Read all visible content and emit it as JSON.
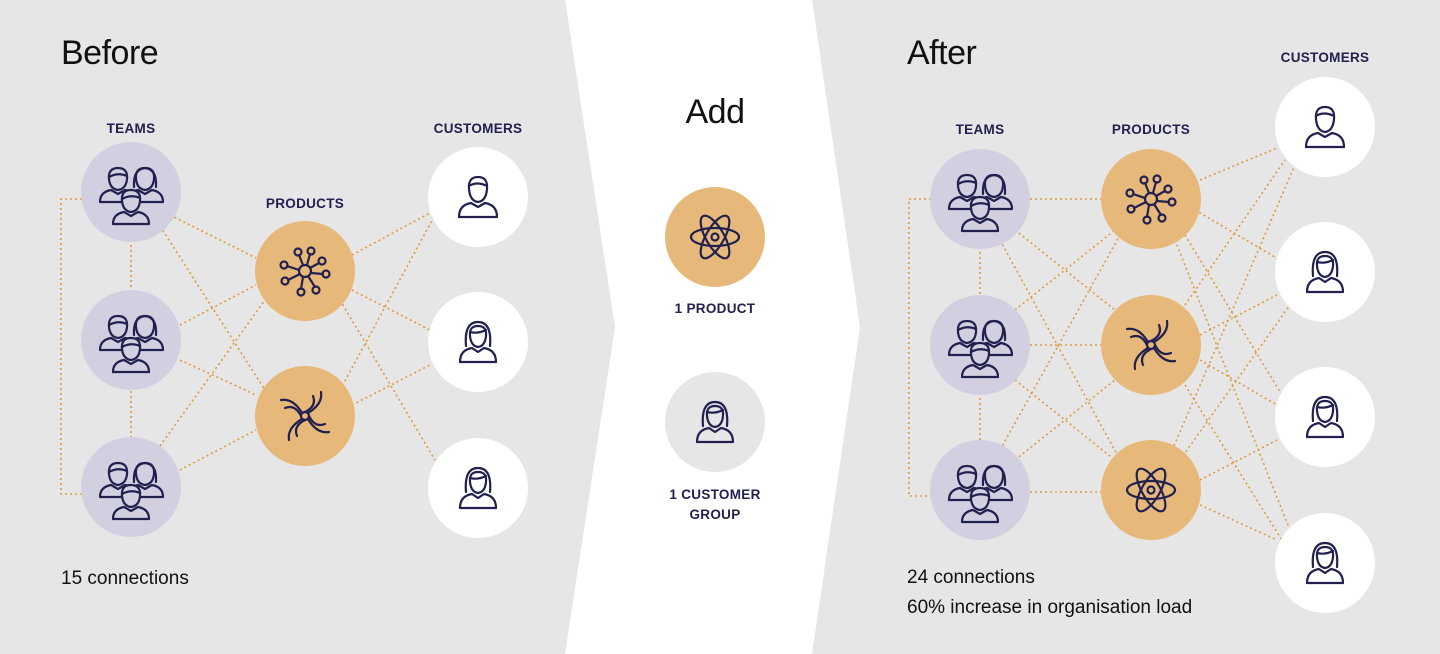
{
  "before": {
    "title": "Before",
    "teams_label": "TEAMS",
    "products_label": "PRODUCTS",
    "customers_label": "CUSTOMERS",
    "footer": "15 connections",
    "teams": [
      "team-group-icon",
      "team-group-icon",
      "team-group-icon"
    ],
    "products": [
      "network-hub-icon",
      "spiral-icon"
    ],
    "customers": [
      "person-male-icon",
      "person-female-icon",
      "person-female-icon"
    ]
  },
  "add": {
    "title": "Add",
    "product_label": "1 PRODUCT",
    "customer_label_line1": "1 CUSTOMER",
    "customer_label_line2": "GROUP",
    "product_icon": "atom-icon",
    "customer_icon": "person-female-icon"
  },
  "after": {
    "title": "After",
    "teams_label": "TEAMS",
    "products_label": "PRODUCTS",
    "customers_label": "CUSTOMERS",
    "footer_line1": "24 connections",
    "footer_line2": "60% increase in organisation load",
    "teams": [
      "team-group-icon",
      "team-group-icon",
      "team-group-icon"
    ],
    "products": [
      "network-hub-icon",
      "spiral-icon",
      "atom-icon"
    ],
    "customers": [
      "person-male-icon",
      "person-female-icon",
      "person-female-icon",
      "person-female-icon"
    ]
  },
  "colors": {
    "panel_gray": "#e6e6e6",
    "team_circle": "#d2d0e0",
    "product_circle": "#e6b97a",
    "customer_circle": "#ffffff",
    "added_customer_circle": "#e6e6e6",
    "connector": "#dc9a3e",
    "icon_stroke": "#22204f"
  }
}
